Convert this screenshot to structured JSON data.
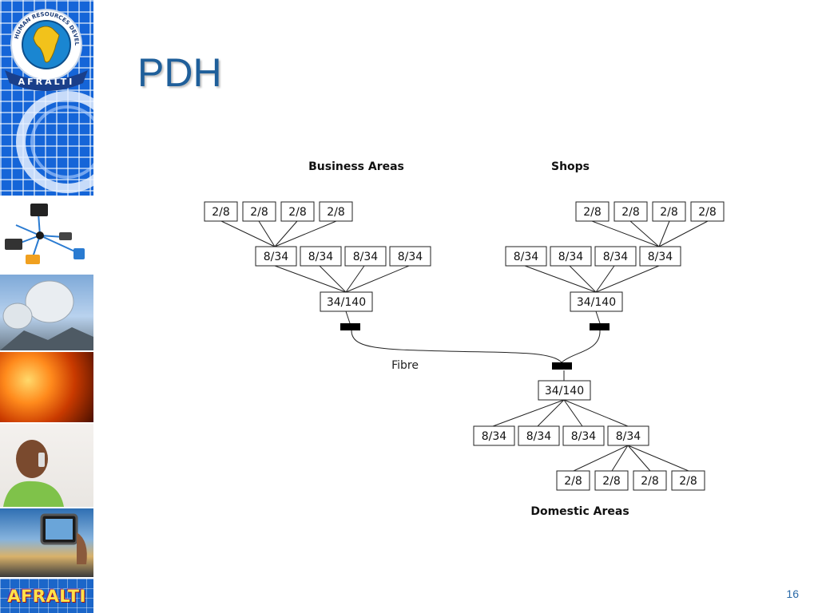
{
  "slide": {
    "title": "PDH",
    "page_number": "16"
  },
  "branding": {
    "logo_ring_text": "HUMAN RESOURCES DEVELOPMENT FOR AFRICA",
    "logo_ribbon_text": "AFRALTI",
    "footer_wordmark": "AFRALTI"
  },
  "diagram": {
    "labels": {
      "business": "Business Areas",
      "shops": "Shops",
      "domestic": "Domestic Areas",
      "fibre": "Fibre"
    },
    "business": {
      "level1": [
        "2/8",
        "2/8",
        "2/8",
        "2/8"
      ],
      "level2": [
        "8/34",
        "8/34",
        "8/34",
        "8/34"
      ],
      "level3": "34/140"
    },
    "shops": {
      "level1": [
        "2/8",
        "2/8",
        "2/8",
        "2/8"
      ],
      "level2": [
        "8/34",
        "8/34",
        "8/34",
        "8/34"
      ],
      "level3": "34/140"
    },
    "domestic": {
      "level3": "34/140",
      "level2": [
        "8/34",
        "8/34",
        "8/34",
        "8/34"
      ],
      "level1": [
        "2/8",
        "2/8",
        "2/8",
        "2/8"
      ]
    }
  },
  "colors": {
    "title": "#1f5f9a",
    "sidebar_blue": "#1565d8",
    "page_number": "#2a6aa8"
  }
}
